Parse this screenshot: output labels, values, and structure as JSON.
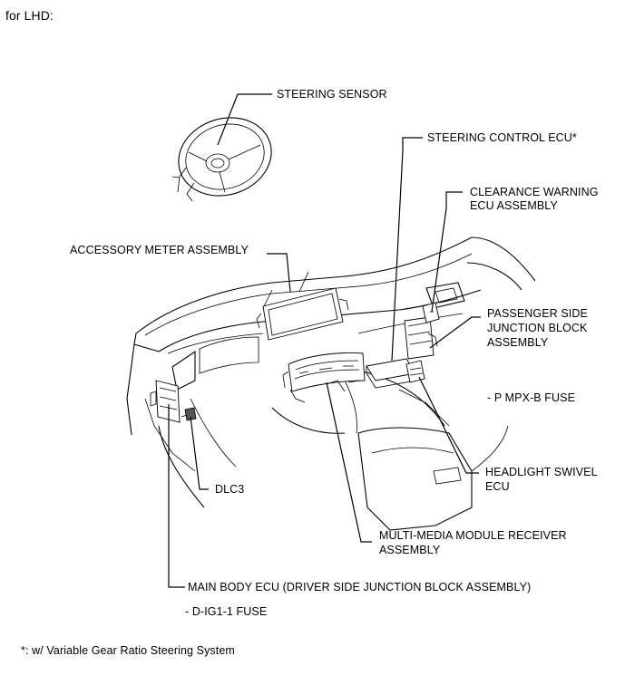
{
  "heading": "for LHD:",
  "labels": {
    "steering_sensor": "STEERING SENSOR",
    "steering_control_ecu": "STEERING CONTROL ECU*",
    "clearance_warning_1": "CLEARANCE WARNING",
    "clearance_warning_2": "ECU ASSEMBLY",
    "accessory_meter": "ACCESSORY METER ASSEMBLY",
    "passenger_jb_1": "PASSENGER SIDE",
    "passenger_jb_2": "JUNCTION BLOCK",
    "passenger_jb_3": "ASSEMBLY",
    "p_mpx_b_fuse": "- P MPX-B FUSE",
    "headlight_swivel_1": "HEADLIGHT SWIVEL",
    "headlight_swivel_2": "ECU",
    "dlc3": "DLC3",
    "multimedia_1": "MULTI-MEDIA MODULE RECEIVER",
    "multimedia_2": "ASSEMBLY",
    "main_body_ecu": "MAIN BODY ECU (DRIVER SIDE JUNCTION BLOCK ASSEMBLY)",
    "d_ig1_fuse": "- D-IG1-1 FUSE"
  },
  "footnote": "*: w/ Variable Gear Ratio Steering System"
}
